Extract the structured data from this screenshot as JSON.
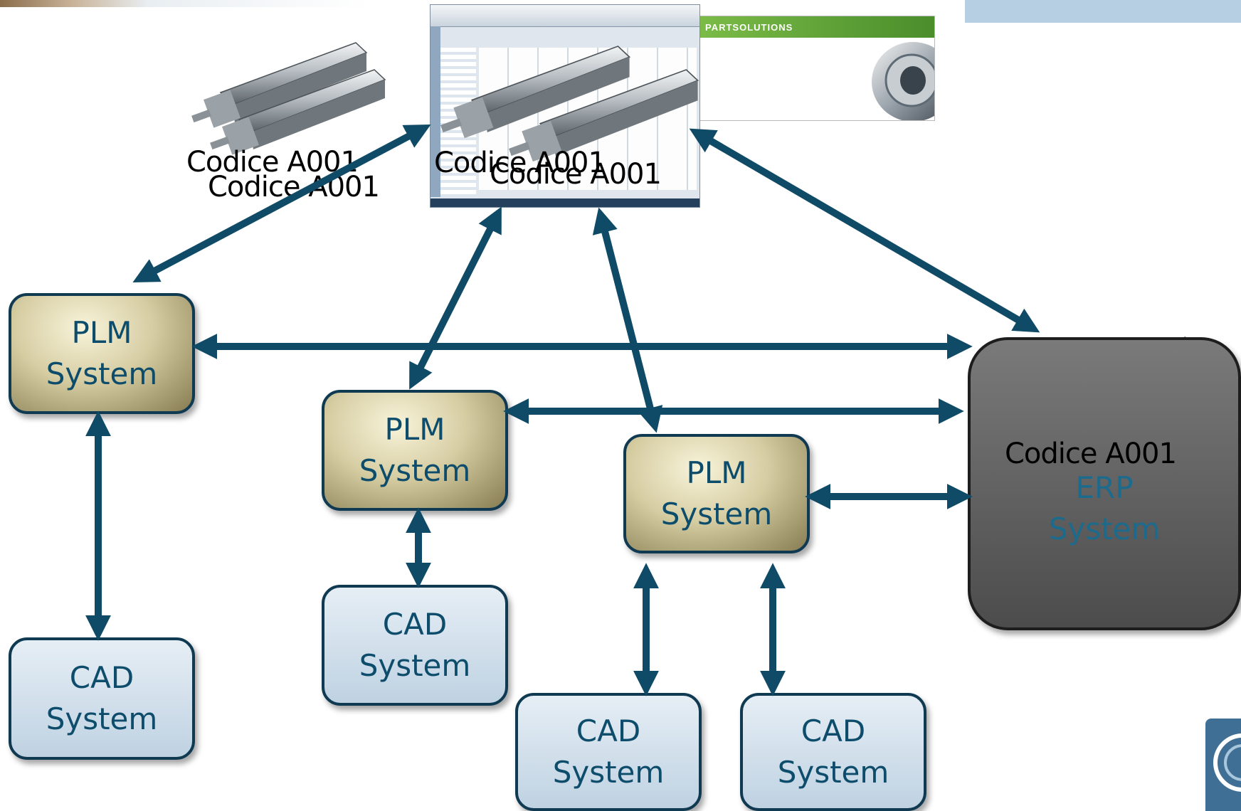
{
  "part_code": "Codice A001",
  "partsolutions_brand": "PARTSOLUTIONS",
  "plm": {
    "line1": "PLM",
    "line2": "System"
  },
  "cad": {
    "line1": "CAD",
    "line2": "System"
  },
  "erp": {
    "line1": "ERP",
    "line2": "System"
  },
  "colors": {
    "arrow": "#0f4a66",
    "box_border": "#0f3a52",
    "box_text": "#0d4d6b",
    "plm_fill": "#c9bf92",
    "cad_fill": "#cddcea",
    "erp_fill": "#5c5c5c",
    "brand_bar": "#5ea53a",
    "corner_tab": "#3f6f94"
  }
}
